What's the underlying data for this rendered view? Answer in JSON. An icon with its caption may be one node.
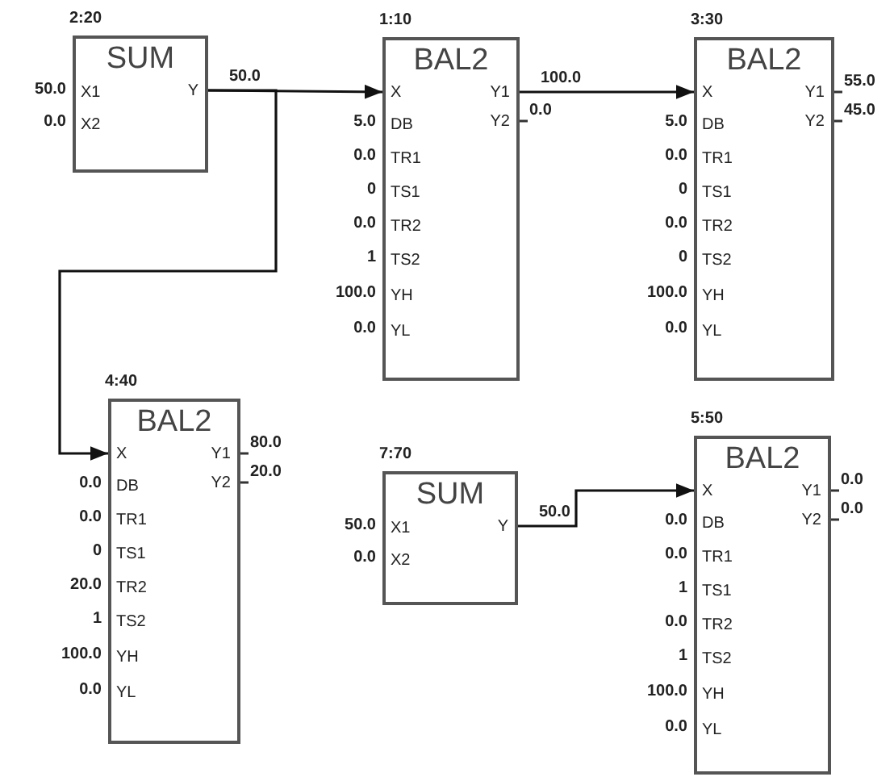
{
  "diagram": {
    "nodes": [
      {
        "text": [
          "SUM",
          "X1",
          "X2",
          "Y"
        ],
        "beside": [
          "2:20",
          "50.0",
          "0.0"
        ]
      },
      {
        "text": [
          "BAL2",
          "X",
          "DB",
          "TR1",
          "TS1",
          "TR2",
          "TS2",
          "YH",
          "YL",
          "Y1",
          "Y2"
        ],
        "beside": [
          "1:10",
          "5.0",
          "0.0",
          "0",
          "0.0",
          "1",
          "100.0",
          "0.0",
          "0.0"
        ]
      },
      {
        "text": [
          "BAL2",
          "X",
          "DB",
          "TR1",
          "TS1",
          "TR2",
          "TS2",
          "YH",
          "YL",
          "Y1",
          "Y2"
        ],
        "beside": [
          "3:30",
          "5.0",
          "0.0",
          "0",
          "0.0",
          "0",
          "100.0",
          "0.0",
          "55.0",
          "45.0"
        ]
      },
      {
        "text": [
          "BAL2",
          "X",
          "DB",
          "TR1",
          "TS1",
          "TR2",
          "TS2",
          "YH",
          "YL",
          "Y1",
          "Y2"
        ],
        "beside": [
          "4:40",
          "0.0",
          "0.0",
          "0",
          "20.0",
          "1",
          "100.0",
          "0.0",
          "80.0",
          "20.0"
        ]
      },
      {
        "text": [
          "SUM",
          "X1",
          "X2",
          "Y"
        ],
        "beside": [
          "7:70",
          "50.0",
          "0.0"
        ]
      },
      {
        "text": [
          "BAL2",
          "X",
          "DB",
          "TR1",
          "TS1",
          "TR2",
          "TS2",
          "YH",
          "YL",
          "Y1",
          "Y2"
        ],
        "beside": [
          "5:50",
          "0.0",
          "0.0",
          "1",
          "0.0",
          "1",
          "100.0",
          "0.0",
          "0.0",
          "0.0"
        ]
      }
    ],
    "edges": [
      {
        "from": 0,
        "to": 1,
        "arrow": "to",
        "label": "50.0"
      },
      {
        "from": 0,
        "to": 3,
        "arrow": "to"
      },
      {
        "from": 1,
        "to": 2,
        "arrow": "to",
        "label": "100.0"
      },
      {
        "from": 4,
        "to": 5,
        "arrow": "to",
        "label": "50.0"
      }
    ]
  }
}
